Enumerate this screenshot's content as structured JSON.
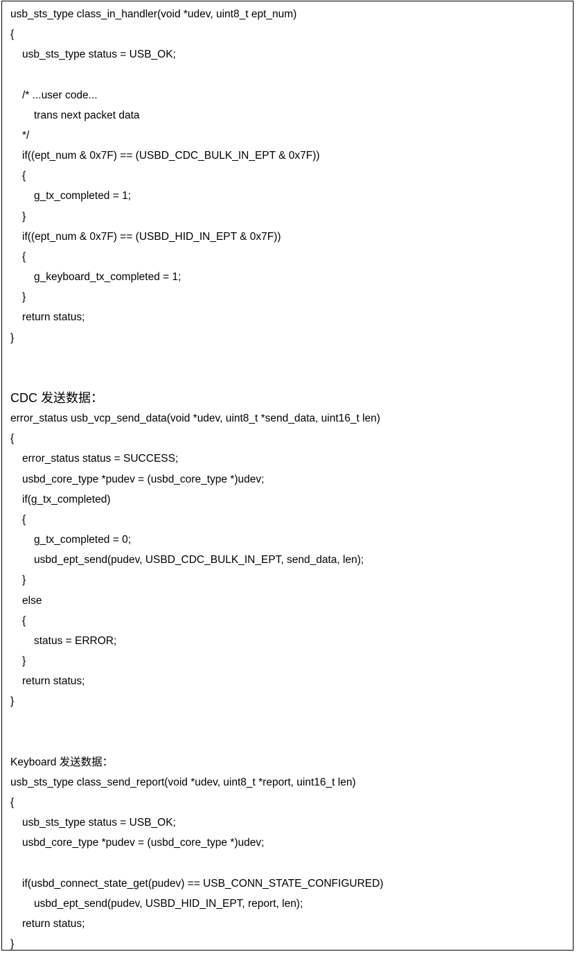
{
  "blocks": [
    {
      "section": "class_in_handler",
      "lines": [
        {
          "indent": 0,
          "text": "usb_sts_type class_in_handler(void *udev, uint8_t ept_num)"
        },
        {
          "indent": 0,
          "text": "{"
        },
        {
          "indent": 1,
          "text": "usb_sts_type status = USB_OK;"
        },
        {
          "indent": 0,
          "text": ""
        },
        {
          "indent": 1,
          "text": "/* ...user code..."
        },
        {
          "indent": 2,
          "text": "trans next packet data"
        },
        {
          "indent": 1,
          "text": "*/"
        },
        {
          "indent": 1,
          "text": "if((ept_num & 0x7F) == (USBD_CDC_BULK_IN_EPT & 0x7F))"
        },
        {
          "indent": 1,
          "text": "{"
        },
        {
          "indent": 2,
          "text": "g_tx_completed = 1;"
        },
        {
          "indent": 1,
          "text": "}"
        },
        {
          "indent": 1,
          "text": "if((ept_num & 0x7F) == (USBD_HID_IN_EPT & 0x7F))"
        },
        {
          "indent": 1,
          "text": "{"
        },
        {
          "indent": 2,
          "text": "g_keyboard_tx_completed = 1;"
        },
        {
          "indent": 1,
          "text": "}"
        },
        {
          "indent": 1,
          "text": "return status;"
        },
        {
          "indent": 0,
          "text": "}"
        },
        {
          "indent": 0,
          "text": ""
        },
        {
          "indent": 0,
          "text": ""
        }
      ]
    },
    {
      "section": "cdc_send",
      "lines": [
        {
          "indent": 0,
          "text": "CDC 发送数据：",
          "style": "heading"
        },
        {
          "indent": 0,
          "text": "error_status usb_vcp_send_data(void *udev, uint8_t *send_data, uint16_t len)"
        },
        {
          "indent": 0,
          "text": "{"
        },
        {
          "indent": 1,
          "text": "error_status status = SUCCESS;"
        },
        {
          "indent": 1,
          "text": "usbd_core_type *pudev = (usbd_core_type *)udev;"
        },
        {
          "indent": 1,
          "text": "if(g_tx_completed)"
        },
        {
          "indent": 1,
          "text": "{"
        },
        {
          "indent": 2,
          "text": "g_tx_completed = 0;"
        },
        {
          "indent": 2,
          "text": "usbd_ept_send(pudev, USBD_CDC_BULK_IN_EPT, send_data, len);"
        },
        {
          "indent": 1,
          "text": "}"
        },
        {
          "indent": 1,
          "text": "else"
        },
        {
          "indent": 1,
          "text": "{"
        },
        {
          "indent": 2,
          "text": "status = ERROR;"
        },
        {
          "indent": 1,
          "text": "}"
        },
        {
          "indent": 1,
          "text": "return status;"
        },
        {
          "indent": 0,
          "text": "}"
        },
        {
          "indent": 0,
          "text": ""
        },
        {
          "indent": 0,
          "text": ""
        }
      ]
    },
    {
      "section": "keyboard_send",
      "lines": [
        {
          "indent": 0,
          "text": "Keyboard 发送数据：",
          "style": "subheading"
        },
        {
          "indent": 0,
          "text": "usb_sts_type class_send_report(void *udev, uint8_t *report, uint16_t len)"
        },
        {
          "indent": 0,
          "text": "{"
        },
        {
          "indent": 1,
          "text": "usb_sts_type status = USB_OK;"
        },
        {
          "indent": 1,
          "text": "usbd_core_type *pudev = (usbd_core_type *)udev;"
        },
        {
          "indent": 0,
          "text": ""
        },
        {
          "indent": 1,
          "text": "if(usbd_connect_state_get(pudev) == USB_CONN_STATE_CONFIGURED)"
        },
        {
          "indent": 2,
          "text": "usbd_ept_send(pudev, USBD_HID_IN_EPT, report, len);"
        },
        {
          "indent": 1,
          "text": "return status;"
        },
        {
          "indent": 0,
          "text": "}"
        }
      ]
    }
  ]
}
